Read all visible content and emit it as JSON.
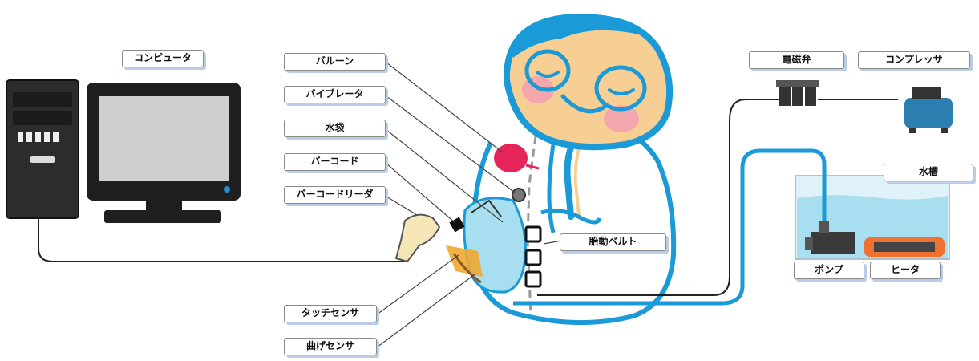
{
  "labels": {
    "computer": "コンピュータ",
    "balloon": "バルーン",
    "vibrator": "バイブレータ",
    "water_bag": "水袋",
    "barcode": "バーコード",
    "barcode_reader": "バーコードリーダ",
    "fetal_belt": "胎動ベルト",
    "touch_sensor": "タッチセンサ",
    "bend_sensor": "曲げセンサ",
    "solenoid_valve": "電磁弁",
    "compressor": "コンプレッサ",
    "water_tank": "水槽",
    "pump": "ポンプ",
    "heater": "ヒータ"
  },
  "colors": {
    "outline": "#1a9ad6",
    "skin": "#f7cf95",
    "cheek": "#f3a6ac",
    "water": "#a8dff0",
    "balloon": "#e5245a",
    "tape": "#f0a830",
    "label_shadow": "#b9cde6",
    "compressor": "#2a7fb0",
    "heater": "#f07030"
  }
}
